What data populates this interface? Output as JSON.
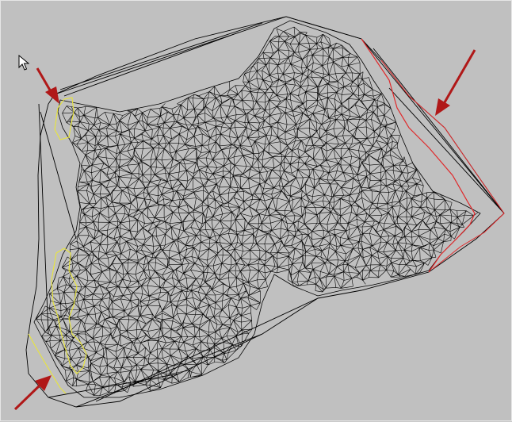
{
  "viewport": {
    "background": "#c0c0c0",
    "content": "triangulated-mesh-wireframe"
  },
  "mesh": {
    "edge_color": "#000000",
    "hull_color": "#000000",
    "highlight_colors": {
      "right_boundary": "#e0282a",
      "left_boundary": "#e9e63a"
    }
  },
  "annotations": {
    "arrow_color": "#b01818",
    "arrows": [
      "arrow-top-left",
      "arrow-right",
      "arrow-bottom-left"
    ]
  },
  "cursor": {
    "icon": "mouse-pointer-icon"
  }
}
